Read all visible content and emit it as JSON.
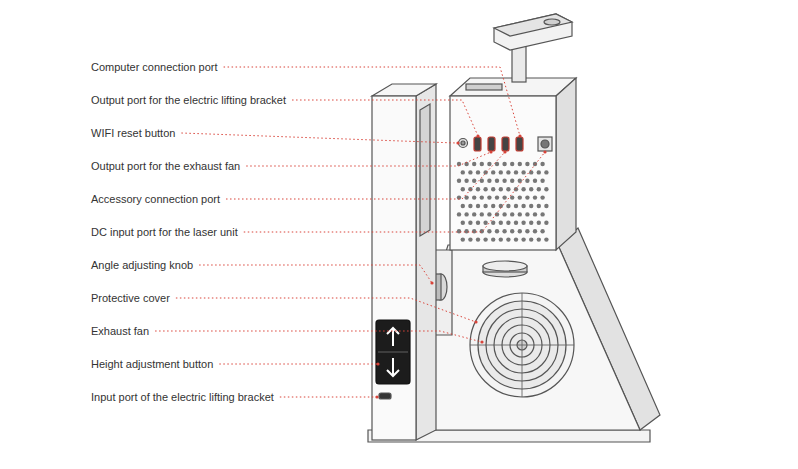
{
  "diagram": {
    "labels": [
      "Computer connection port",
      "Output port for the electric lifting bracket",
      "WIFI reset button",
      "Output port for the exhaust fan",
      "Accessory connection port",
      "DC input port for the laser unit",
      "Angle adjusting knob",
      "Protective cover",
      "Exhaust fan",
      "Height adjustment button",
      "Input port of the electric lifting bracket"
    ]
  }
}
